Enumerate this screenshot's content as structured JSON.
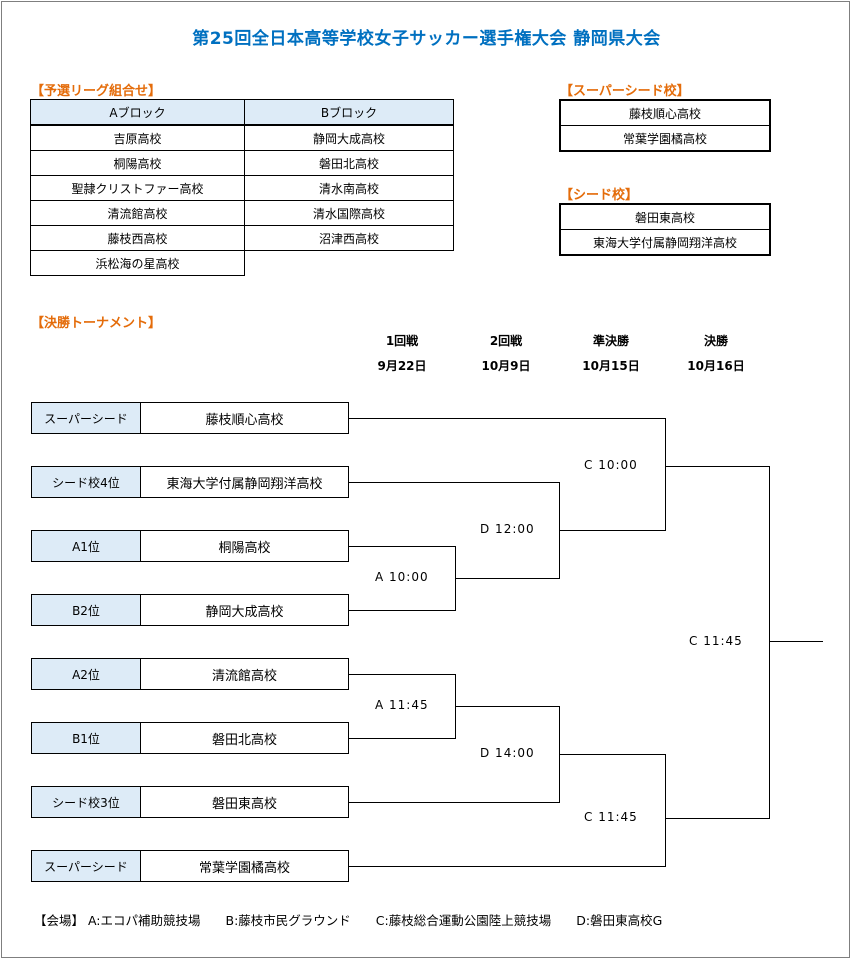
{
  "title": "第25回全日本高等学校女子サッカー選手権大会 静岡県大会",
  "league": {
    "heading": "【予選リーグ組合せ】",
    "a_header": "Aブロック",
    "b_header": "Bブロック",
    "a_teams": [
      "吉原高校",
      "桐陽高校",
      "聖隷クリストファー高校",
      "清流館高校",
      "藤枝西高校",
      "浜松海の星高校"
    ],
    "b_teams": [
      "静岡大成高校",
      "磐田北高校",
      "清水南高校",
      "清水国際高校",
      "沼津西高校"
    ]
  },
  "super_seed": {
    "heading": "【スーパーシード校】",
    "teams": [
      "藤枝順心高校",
      "常葉学園橘高校"
    ]
  },
  "seed": {
    "heading": "【シード校】",
    "teams": [
      "磐田東高校",
      "東海大学付属静岡翔洋高校"
    ]
  },
  "tournament": {
    "heading": "【決勝トーナメント】",
    "rounds": [
      {
        "name": "1回戦",
        "date": "9月22日"
      },
      {
        "name": "2回戦",
        "date": "10月9日"
      },
      {
        "name": "準決勝",
        "date": "10月15日"
      },
      {
        "name": "決勝",
        "date": "10月16日"
      }
    ],
    "entries": [
      {
        "seed": "スーパーシード",
        "team": "藤枝順心高校"
      },
      {
        "seed": "シード校4位",
        "team": "東海大学付属静岡翔洋高校"
      },
      {
        "seed": "A1位",
        "team": "桐陽高校"
      },
      {
        "seed": "B2位",
        "team": "静岡大成高校"
      },
      {
        "seed": "A2位",
        "team": "清流館高校"
      },
      {
        "seed": "B1位",
        "team": "磐田北高校"
      },
      {
        "seed": "シード校3位",
        "team": "磐田東高校"
      },
      {
        "seed": "スーパーシード",
        "team": "常葉学園橘高校"
      }
    ],
    "matches": {
      "r1_top": "A 10:00",
      "r1_bottom": "A 11:45",
      "r2_top": "D 12:00",
      "r2_bottom": "D 14:00",
      "sf_top": "C 10:00",
      "sf_bottom": "C 11:45",
      "final": "C 11:45"
    }
  },
  "venues": "【会場】 A:エコパ補助競技場　　B:藤枝市民グラウンド　　C:藤枝総合運動公園陸上競技場　　D:磐田東高校G"
}
